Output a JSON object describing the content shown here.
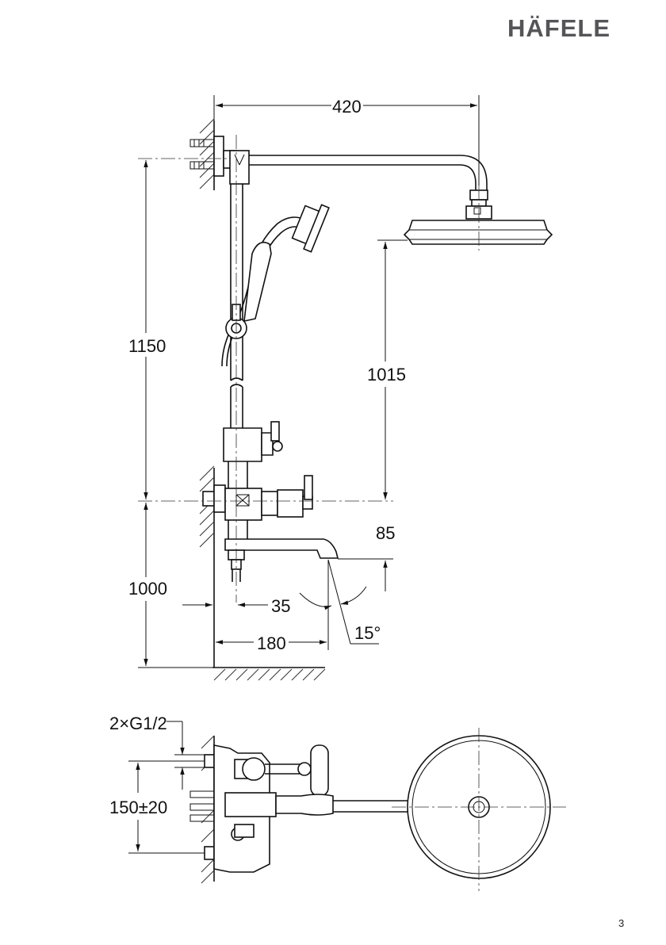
{
  "brand": {
    "logo_text": "HÄFELE",
    "color": "#555558"
  },
  "page": {
    "number": "3"
  },
  "side_view": {
    "dimensions": {
      "rail_reach": "420",
      "overall_height": "1150",
      "head_height": "1015",
      "spout_offset": "85",
      "mixer_height": "1000",
      "wall_offset": "35",
      "spout_projection": "180",
      "spout_angle": "15°"
    }
  },
  "top_view": {
    "dimensions": {
      "inlet_thread": "2×G1/2",
      "inlet_spacing": "150±20"
    }
  }
}
